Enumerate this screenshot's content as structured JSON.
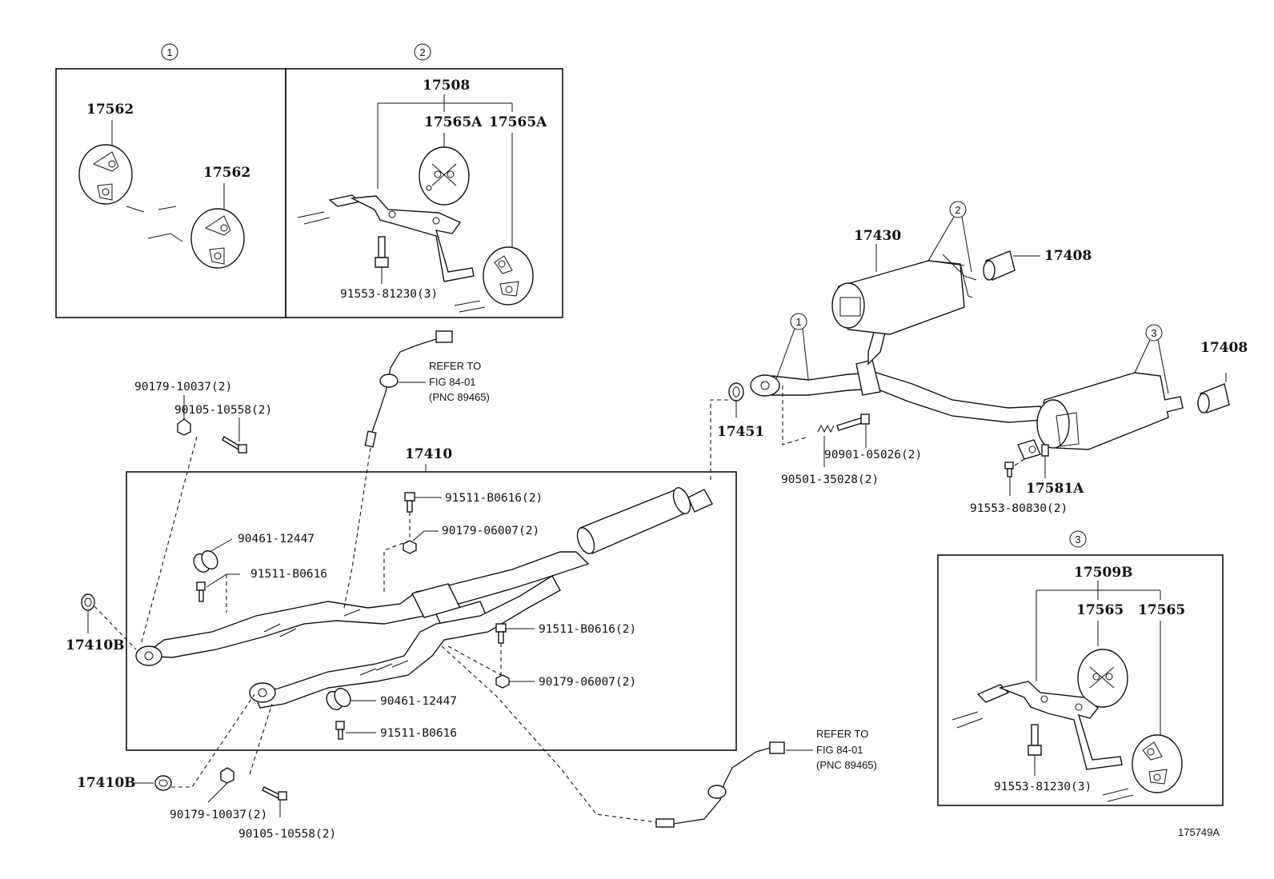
{
  "figure_id": "175749A",
  "callouts": {
    "c1": "1",
    "c2": "2",
    "c3": "3"
  },
  "inset1": {
    "label_a": "17562",
    "label_b": "17562"
  },
  "inset2": {
    "label_assy": "17508",
    "label_a": "17565A",
    "label_b": "17565A",
    "label_bolt": "91553-81230(3)"
  },
  "inset3": {
    "label_assy": "17509B",
    "label_a": "17565",
    "label_b": "17565",
    "label_bolt": "91553-81230(3)"
  },
  "main": {
    "front_pipe": "17410",
    "gasket_left_1": "17410B",
    "gasket_left_2": "17410B",
    "gasket_mid": "17451",
    "muffler_center": "17430",
    "tail_tip_1": "17408",
    "tail_tip_2": "17408",
    "bracket": "17581A"
  },
  "parts": {
    "p_90179_10037_top": "90179-10037(2)",
    "p_90105_10558_top": "90105-10558(2)",
    "p_90461_12447_top": "90461-12447",
    "p_91511_B0616_top": "91511-B0616",
    "p_91511_B0616_2_a": "91511-B0616(2)",
    "p_90179_06007_2_a": "90179-06007(2)",
    "p_91511_B0616_2_b": "91511-B0616(2)",
    "p_90179_06007_2_b": "90179-06007(2)",
    "p_90461_12447_bot": "90461-12447",
    "p_91511_B0616_bot": "91511-B0616",
    "p_90179_10037_bot": "90179-10037(2)",
    "p_90105_10558_bot": "90105-10558(2)",
    "p_90901_05026": "90901-05026(2)",
    "p_90501_35028": "90501-35028(2)",
    "p_91553_80830": "91553-80830(2)"
  },
  "refer_top": {
    "line1": "REFER TO",
    "line2": "FIG 84-01",
    "line3": "(PNC 89465)"
  },
  "refer_bottom": {
    "line1": "REFER TO",
    "line2": "FIG 84-01",
    "line3": "(PNC 89465)"
  },
  "icons": {
    "circle_callout": "numbered-circle",
    "hanger": "rubber-hanger",
    "bolt": "bolt",
    "nut": "nut",
    "gasket": "ring-gasket",
    "sensor": "oxygen-sensor"
  }
}
